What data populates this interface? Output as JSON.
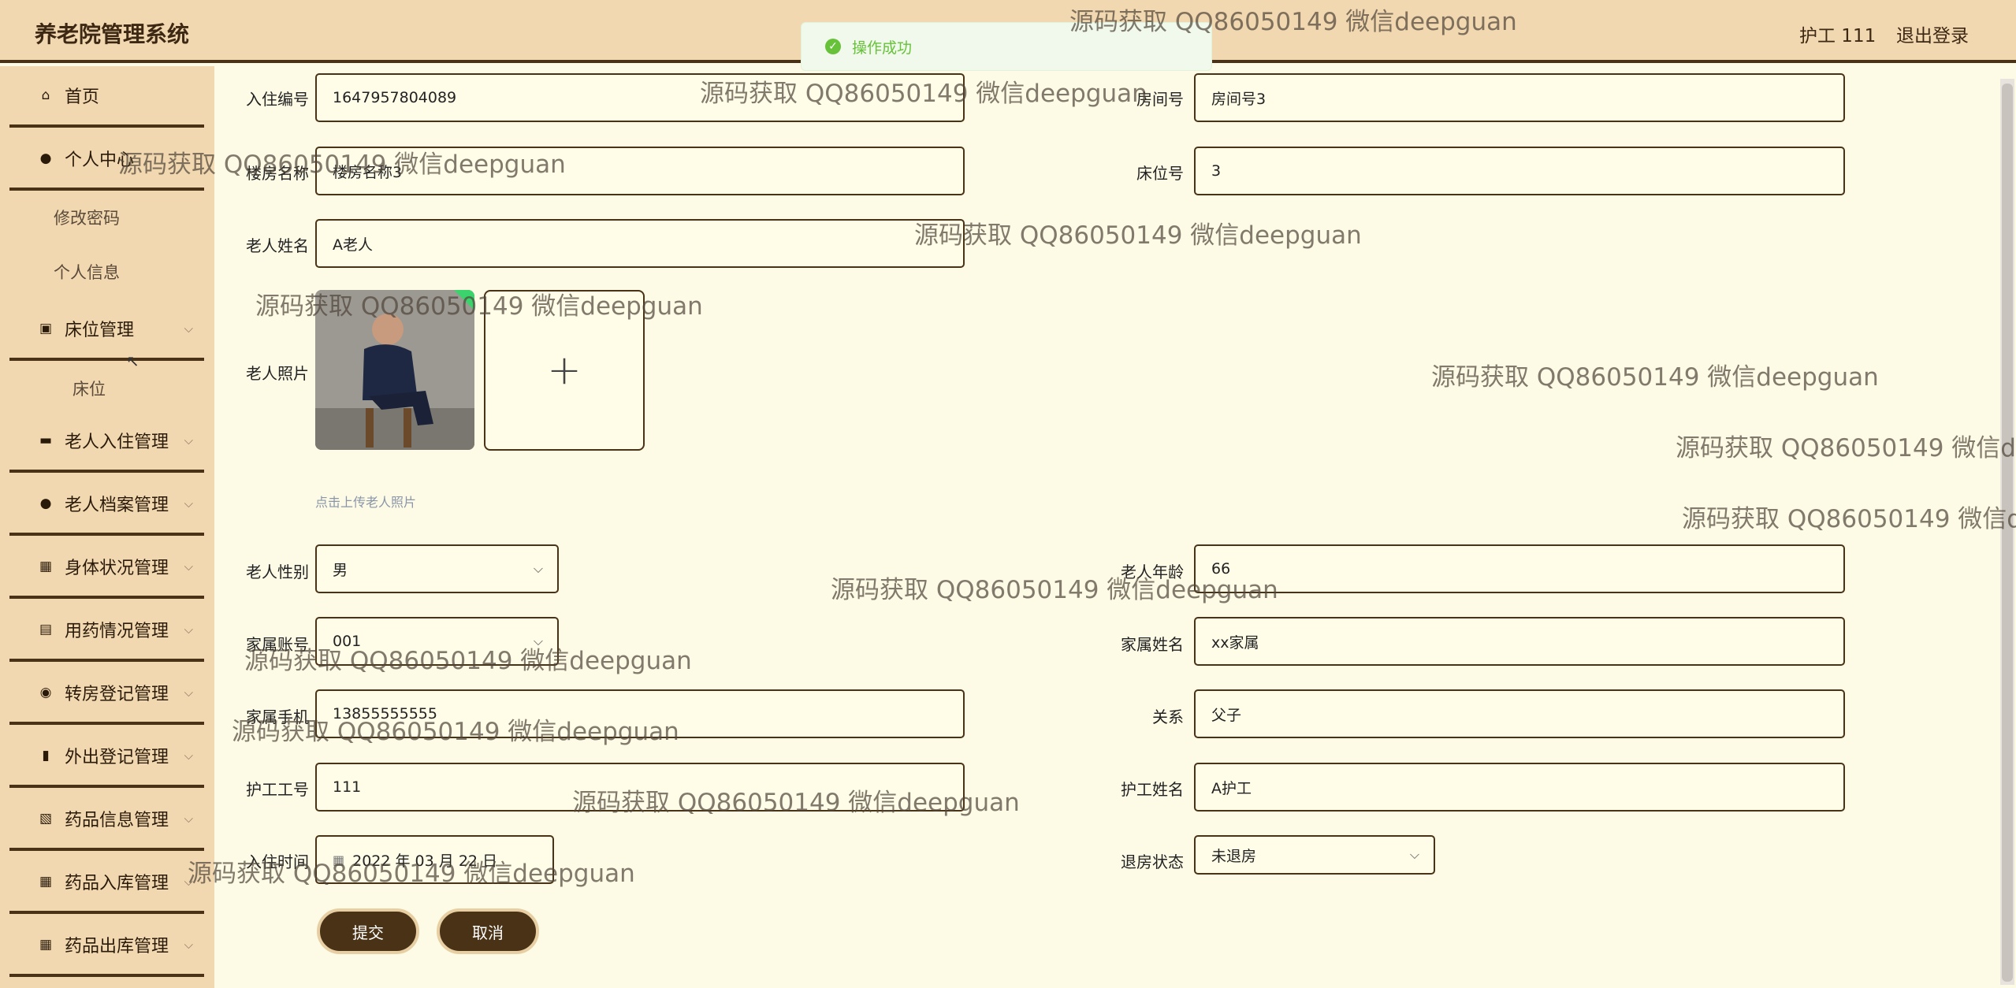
{
  "app": {
    "title": "养老院管理系统"
  },
  "header": {
    "user": "护工 111",
    "logout": "退出登录"
  },
  "toast": {
    "text": "操作成功"
  },
  "sidebar": {
    "home": "首页",
    "personal_center": "个人中心",
    "change_password": "修改密码",
    "personal_info": "个人信息",
    "bed_management": "床位管理",
    "bed": "床位",
    "items": [
      "老人入住管理",
      "老人档案管理",
      "身体状况管理",
      "用药情况管理",
      "转房登记管理",
      "外出登记管理",
      "药品信息管理",
      "药品入库管理",
      "药品出库管理"
    ]
  },
  "form": {
    "checkin_no": {
      "label": "入住编号",
      "value": "1647957804089"
    },
    "room_no": {
      "label": "房间号",
      "value": "房间号3"
    },
    "building": {
      "label": "楼房名称",
      "value": "楼房名称3"
    },
    "bed_no": {
      "label": "床位号",
      "value": "3"
    },
    "elder_name": {
      "label": "老人姓名",
      "value": "A老人"
    },
    "elder_photo": {
      "label": "老人照片",
      "hint": "点击上传老人照片",
      "upload": "+"
    },
    "gender": {
      "label": "老人性别",
      "value": "男"
    },
    "age": {
      "label": "老人年龄",
      "value": "66"
    },
    "family_account": {
      "label": "家属账号",
      "value": "001"
    },
    "family_name": {
      "label": "家属姓名",
      "value": "xx家属"
    },
    "family_phone": {
      "label": "家属手机",
      "value": "13855555555"
    },
    "relation": {
      "label": "关系",
      "value": "父子"
    },
    "nurse_no": {
      "label": "护工工号",
      "value": "111"
    },
    "nurse_name": {
      "label": "护工姓名",
      "value": "A护工"
    },
    "checkin_time": {
      "label": "入住时间",
      "value": "2022 年 03 月 22 日"
    },
    "checkout_status": {
      "label": "退房状态",
      "value": "未退房"
    },
    "submit": "提交",
    "cancel": "取消"
  },
  "watermark": "源码获取 QQ86050149 微信deepguan",
  "colors": {
    "header_bg": "#f1d8b0",
    "accent": "#4a3216",
    "page_bg": "#fdfbe6",
    "success": "#67c23a"
  }
}
